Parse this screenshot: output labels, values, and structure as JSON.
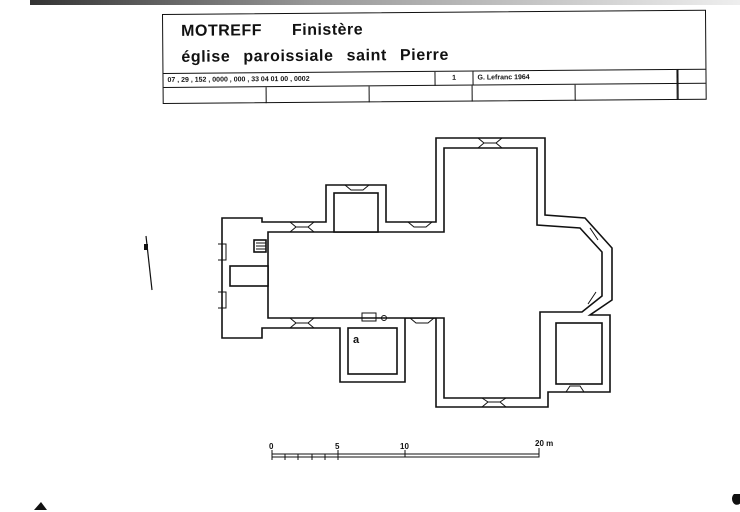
{
  "cartouche": {
    "commune": "MOTREFF",
    "department": "Finistère",
    "building": "église paroissiale saint Pierre",
    "code": "07 , 29 , 152 , 0000 , 000 , 33 04 01 00 , 0002",
    "sheet": "1",
    "author_date": "G. Lefranc 1964"
  },
  "plan": {
    "room_label": "a"
  },
  "scale": {
    "ticks": [
      "0",
      "5",
      "10",
      "20 m"
    ]
  }
}
